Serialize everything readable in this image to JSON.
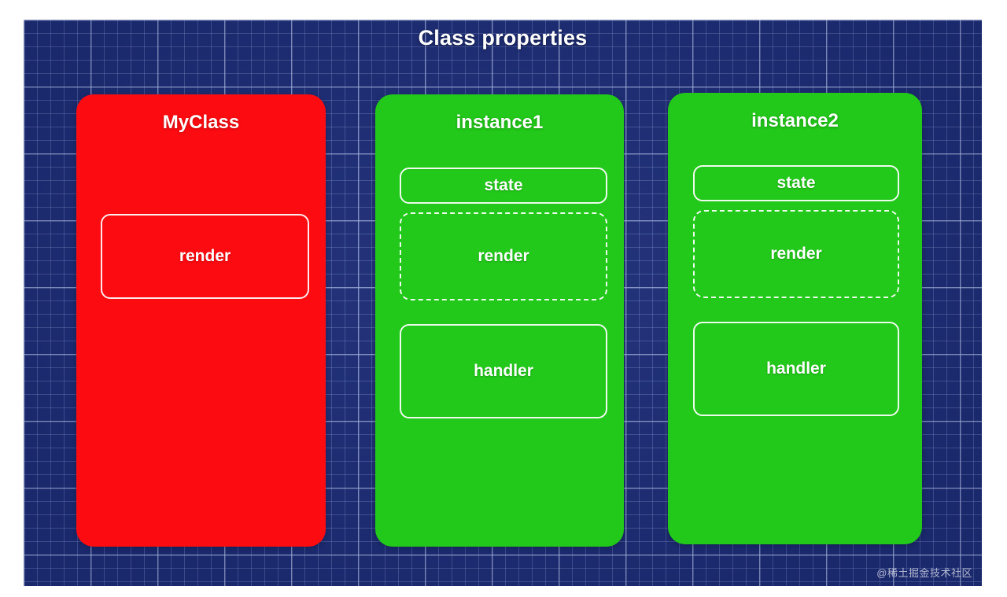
{
  "diagram": {
    "title": "Class properties",
    "watermark": "@稀土掘金技术社区",
    "colors": {
      "background": "#1d2d78",
      "grid_line": "#bac8f0",
      "class_card": "#fc0b11",
      "instance_card": "#22c81a",
      "text": "#ffffff"
    },
    "cards": [
      {
        "id": "myclass",
        "label": "MyClass",
        "kind": "class",
        "color": "#fc0b11",
        "members": [
          {
            "label": "render",
            "border": "solid"
          }
        ]
      },
      {
        "id": "instance1",
        "label": "instance1",
        "kind": "instance",
        "color": "#22c81a",
        "members": [
          {
            "label": "state",
            "border": "solid"
          },
          {
            "label": "render",
            "border": "dashed"
          },
          {
            "label": "handler",
            "border": "solid"
          }
        ]
      },
      {
        "id": "instance2",
        "label": "instance2",
        "kind": "instance",
        "color": "#22c81a",
        "members": [
          {
            "label": "state",
            "border": "solid"
          },
          {
            "label": "render",
            "border": "dashed"
          },
          {
            "label": "handler",
            "border": "solid"
          }
        ]
      }
    ]
  }
}
